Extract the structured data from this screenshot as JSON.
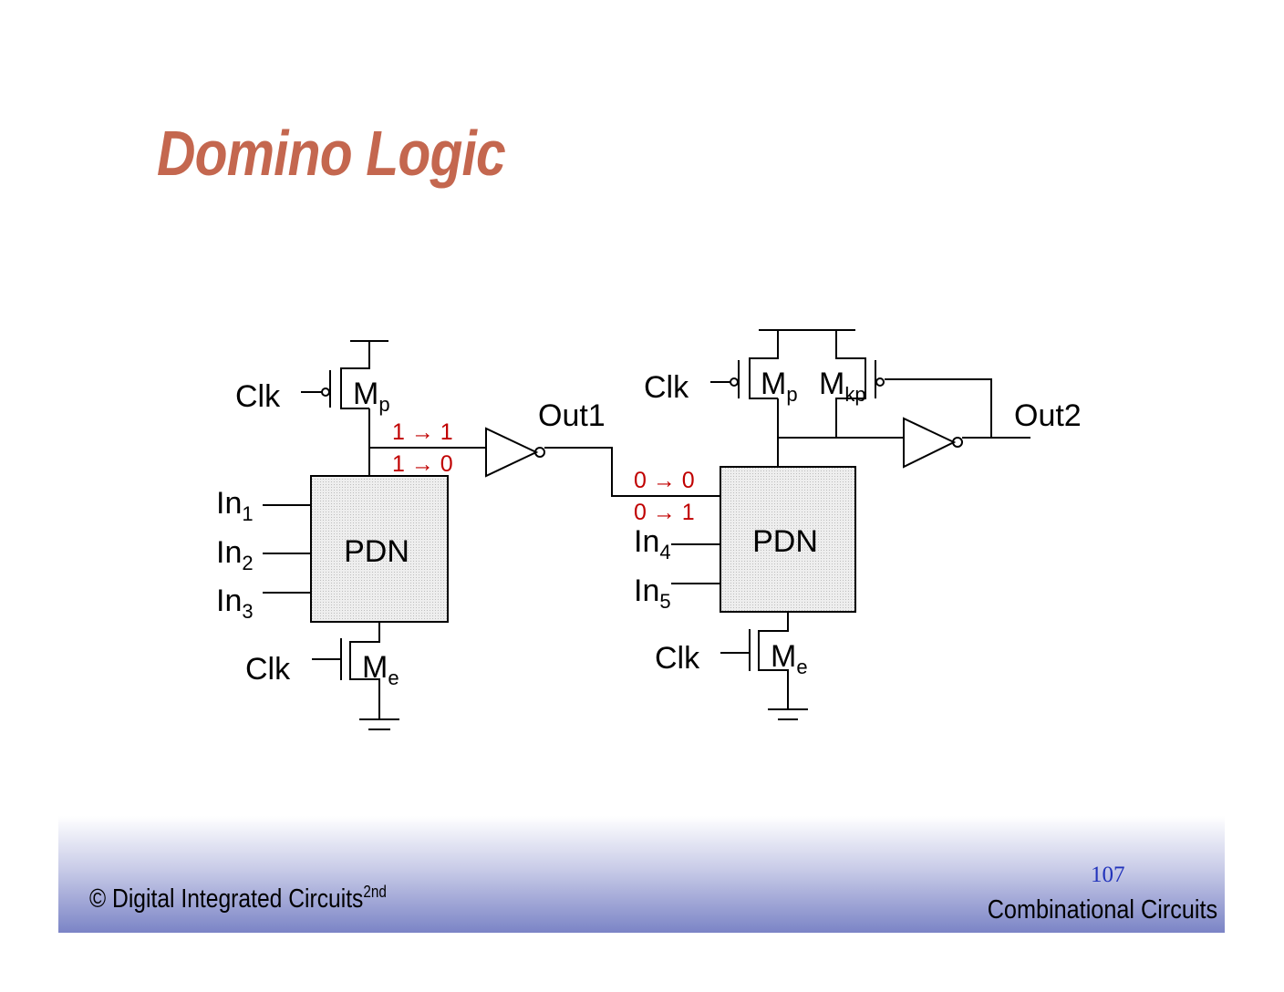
{
  "title": "Domino Logic",
  "colors": {
    "title": "#c4674f",
    "annotation": "#c00000",
    "footer_gradient_end": "#7b84c6",
    "page_number": "#2233bb"
  },
  "diagram": {
    "stage1": {
      "clk_top": "Clk",
      "mp": "M",
      "mp_sub": "p",
      "pdn": "PDN",
      "inputs": [
        {
          "base": "In",
          "sub": "1"
        },
        {
          "base": "In",
          "sub": "2"
        },
        {
          "base": "In",
          "sub": "3"
        }
      ],
      "clk_bottom": "Clk",
      "me": "M",
      "me_sub": "e",
      "transition_1": "1 → 1",
      "transition_2": "1 → 0",
      "output": "Out1"
    },
    "stage2": {
      "clk_top": "Clk",
      "mp": "M",
      "mp_sub": "p",
      "mkp": "M",
      "mkp_sub": "kp",
      "pdn": "PDN",
      "inputs": [
        {
          "base": "In",
          "sub": "4"
        },
        {
          "base": "In",
          "sub": "5"
        }
      ],
      "clk_bottom": "Clk",
      "me": "M",
      "me_sub": "e",
      "transition_1": "0 → 0",
      "transition_2": "0 → 1",
      "output": "Out2"
    }
  },
  "footer": {
    "copyright": "© Digital Integrated Circuits",
    "edition": "2nd",
    "page_number": "107",
    "section": "Combinational Circuits"
  }
}
